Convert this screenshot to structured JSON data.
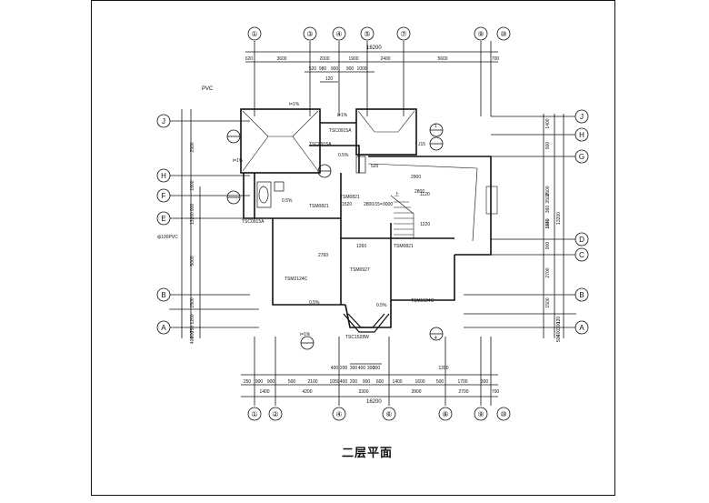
{
  "title": "二层平面",
  "grid_top": [
    "①",
    "③",
    "④",
    "⑤",
    "⑦",
    "⑨",
    "⑩"
  ],
  "grid_bottom": [
    "①",
    "②",
    "④",
    "⑥",
    "⑧",
    "⑨",
    "⑩"
  ],
  "grid_left": [
    "J",
    "H",
    "F",
    "E",
    "B",
    "A"
  ],
  "grid_right": [
    "J",
    "H",
    "G",
    "D",
    "C",
    "B",
    "A"
  ],
  "dims_top_overall": "16200",
  "dims_top_row1": [
    "620",
    "3600",
    "2000",
    "1900",
    "2400",
    "5600",
    "700"
  ],
  "dims_top_row2": [
    "520",
    "980",
    "900",
    "900",
    "1000"
  ],
  "dims_top_row3": [
    "120"
  ],
  "dims_bottom_row1": [
    "250",
    "900",
    "900",
    "500",
    "2100",
    "1050",
    "400",
    "200",
    "900",
    "600",
    "1400",
    "1600",
    "500",
    "1700",
    "300"
  ],
  "dims_bottom_row2": [
    "1400",
    "4200",
    "3300",
    "3900",
    "2700",
    "700"
  ],
  "dims_bottom_overall": "16200",
  "dims_bottom_extra": [
    "400",
    "200",
    "300",
    "400",
    "300",
    "300",
    "1200"
  ],
  "dims_left": [
    "2900",
    "1900",
    "900",
    "13200",
    "5000",
    "1500",
    "1200",
    "750",
    "400",
    "400"
  ],
  "dims_right": [
    "1400",
    "900",
    "2500",
    "3500",
    "1430",
    "1140",
    "360",
    "900",
    "2700",
    "1500",
    "13200",
    "120",
    "300",
    "400",
    "500"
  ],
  "labels": {
    "pvc": "PVC",
    "pvc_pipe": "ф100PVC",
    "slope1": "i=1%",
    "slope2": "i=1%",
    "slope3": "i=1%",
    "slope4": "i=1%",
    "pct1": "0.5%",
    "pct2": "0.5%",
    "pct3": "0.5%",
    "pct4": "0.5%",
    "window1": "TSC0915A",
    "window2": "TSC0915A",
    "window3": "TSC0915A",
    "window4": "TSC1528W",
    "door1": "TSM0821",
    "door2": "TSM0821",
    "door3": "TSM0927",
    "door4": "TSM2124C",
    "door5": "TSM1524C",
    "door6": "TSM0821",
    "dim_520": "520",
    "dim_1520": "1520",
    "dim_2800x15": "2800/15=3000",
    "dim_2900": "2900",
    "dim_1220": "1220",
    "dim_1260": "1260",
    "dim_2760": "2760",
    "dim_2800": "2800",
    "dim_1120": "1120",
    "up_label": "上",
    "j15": "J15",
    "det_top": "1",
    "det_bottom": "4"
  }
}
